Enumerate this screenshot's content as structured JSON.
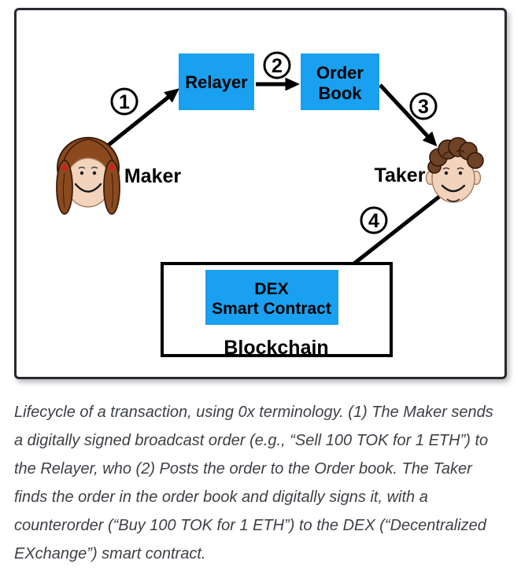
{
  "figure": {
    "actors": {
      "maker_label": "Maker",
      "taker_label": "Taker"
    },
    "nodes": {
      "relayer_label": "Relayer",
      "order_book_line1": "Order",
      "order_book_line2": "Book",
      "dex_line1": "DEX",
      "dex_line2": "Smart Contract",
      "blockchain_label": "Blockchain"
    },
    "steps": {
      "step1": "1",
      "step2": "2",
      "step3": "3",
      "step4": "4"
    },
    "colors": {
      "node_fill": "#1aa0f0",
      "arrow": "#000000",
      "frame_border": "#26292e"
    }
  },
  "caption": {
    "lines": [
      "Lifecycle of a transaction, using 0x terminology. (1) The Maker sends",
      "a digitally signed broadcast order (e.g., “Sell 100 TOK for 1 ETH”) to",
      "the Relayer, who (2) Posts the order to the Order book. The Taker",
      "finds the order in the order book and digitally signs it, with a",
      "counterorder (“Buy 100 TOK for 1 ETH”) to the DEX (“Decentralized",
      "EXchange”) smart contract."
    ]
  }
}
